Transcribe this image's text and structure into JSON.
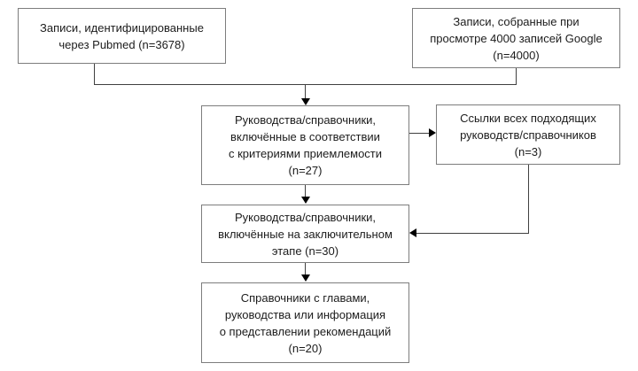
{
  "diagram": {
    "title": "Flow diagram of record selection (PRISMA-style)",
    "colors": {
      "background": "#ffffff",
      "box_border": "#7d7d7d",
      "connector_line": "#404040",
      "arrowhead": "#000000",
      "text": "#1c1c1c"
    },
    "boxes": {
      "pubmed": {
        "n": 3678,
        "lines": [
          "Записи, идентифицированные",
          "через Pubmed (n=3678)"
        ]
      },
      "google": {
        "n": 4000,
        "lines": [
          "Записи, собранные при",
          "просмотре 4000 записей Google",
          "(n=4000)"
        ]
      },
      "eligibility": {
        "n": 27,
        "lines": [
          "Руководства/справочники,",
          "включённые в соответствии",
          "с критериями приемлемости",
          "(n=27)"
        ]
      },
      "references": {
        "n": 3,
        "lines": [
          "Ссылки всех подходящих",
          "руководств/справочников",
          "(n=3)"
        ]
      },
      "final_stage": {
        "n": 30,
        "lines": [
          "Руководства/справочники,",
          "включённые на заключительном",
          "этапе (n=30)"
        ]
      },
      "chapters": {
        "n": 20,
        "lines": [
          "Справочники с главами,",
          "руководства или информация",
          "о представлении рекомендаций",
          "(n=20)"
        ]
      }
    }
  }
}
